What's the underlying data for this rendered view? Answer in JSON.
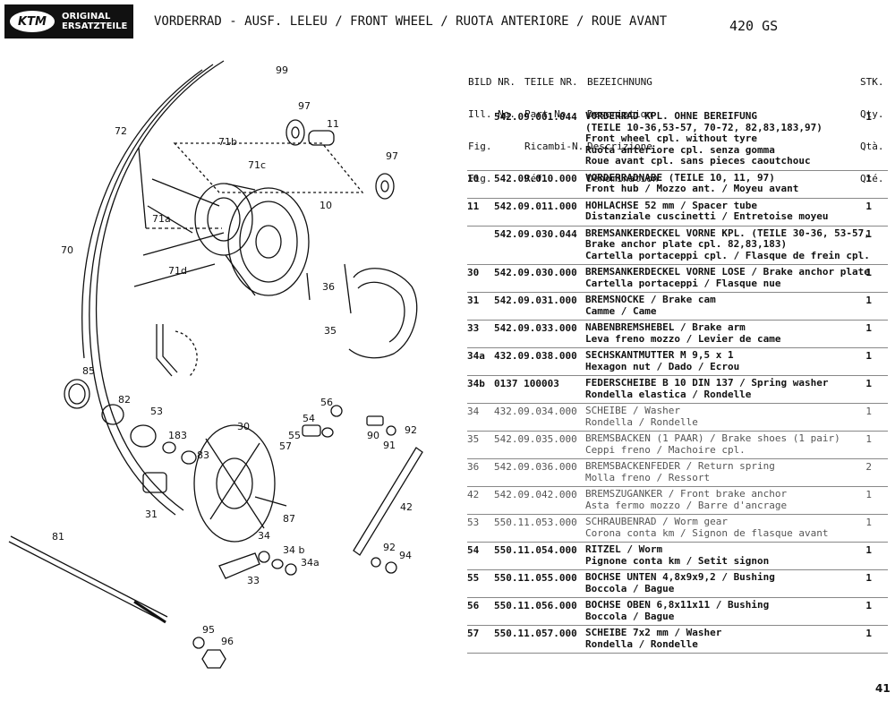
{
  "logo": {
    "mark": "KTM",
    "line1": "ORIGINAL",
    "line2": "ERSATZTEILE"
  },
  "title": "VORDERRAD - AUSF. LELEU / FRONT WHEEL / RUOTA ANTERIORE / ROUE AVANT",
  "model": "420 GS",
  "header": {
    "fig": [
      "BILD NR.",
      "Ill. No.",
      "Fig.",
      "Fig."
    ],
    "part": [
      "TEILE NR.",
      "Part No.",
      "Ricambi-N.",
      "Réf."
    ],
    "desc": [
      "BEZEICHNUNG",
      "Description",
      "Descrizione",
      "Dénomination"
    ],
    "qty": [
      "STK.",
      "Qty.",
      "Qtà.",
      "Qté."
    ]
  },
  "diagram_labels": [
    "99",
    "97",
    "11",
    "72",
    "71b",
    "71c",
    "97",
    "10",
    "71a",
    "70",
    "71d",
    "36",
    "35",
    "85",
    "82",
    "53",
    "56",
    "54",
    "183",
    "83",
    "30",
    "55",
    "57",
    "90",
    "91",
    "92",
    "31",
    "87",
    "42",
    "81",
    "34",
    "34 b",
    "34a",
    "33",
    "92",
    "94",
    "95",
    "96"
  ],
  "rows": [
    {
      "fig": "",
      "part": "542.09.001.044",
      "desc": [
        "VORDERRAD KPL. OHNE BEREIFUNG",
        "(TEILE 10-36,53-57, 70-72, 82,83,183,97)",
        "Front wheel cpl. without tyre",
        "Ruota anteriore cpl. senza gomma",
        "Roue avant cpl. sans pieces caoutchouc"
      ],
      "qty": "1",
      "style": "bold"
    },
    {
      "fig": "10",
      "part": "542.09.010.000",
      "desc": [
        "VORDERRADNABE (TEILE 10, 11, 97)",
        "Front hub / Mozzo ant. / Moyeu avant"
      ],
      "qty": "1",
      "style": "bold"
    },
    {
      "fig": "11",
      "part": "542.09.011.000",
      "desc": [
        "HOHLACHSE 52 mm / Spacer tube",
        "Distanziale cuscinetti / Entretoise moyeu"
      ],
      "qty": "1",
      "style": "bold"
    },
    {
      "fig": "",
      "part": "542.09.030.044",
      "desc": [
        "BREMSANKERDECKEL VORNE KPL. (TEILE 30-36, 53-57,",
        "Brake anchor plate cpl.                 82,83,183)",
        "Cartella portaceppi cpl. / Flasque de frein cpl."
      ],
      "qty": "1",
      "style": "bold"
    },
    {
      "fig": "30",
      "part": "542.09.030.000",
      "desc": [
        "BREMSANKERDECKEL VORNE LOSE / Brake anchor plate",
        "Cartella portaceppi / Flasque nue"
      ],
      "qty": "1",
      "style": "bold"
    },
    {
      "fig": "31",
      "part": "542.09.031.000",
      "desc": [
        "BREMSNOCKE / Brake cam",
        "Camme / Came"
      ],
      "qty": "1",
      "style": "bold"
    },
    {
      "fig": "33",
      "part": "542.09.033.000",
      "desc": [
        "NABENBREMSHEBEL / Brake arm",
        "Leva freno mozzo / Levier de came"
      ],
      "qty": "1",
      "style": "bold"
    },
    {
      "fig": "34a",
      "part": "432.09.038.000",
      "desc": [
        "SECHSKANTMUTTER M 9,5 x 1",
        "Hexagon nut / Dado / Ecrou"
      ],
      "qty": "1",
      "style": "bold"
    },
    {
      "fig": "34b",
      "part": "0137 100003",
      "desc": [
        "FEDERSCHEIBE B 10 DIN 137 / Spring washer",
        "Rondella elastica / Rondelle"
      ],
      "qty": "1",
      "style": "bold"
    },
    {
      "fig": "34",
      "part": "432.09.034.000",
      "desc": [
        "SCHEIBE / Washer",
        "Rondella / Rondelle"
      ],
      "qty": "1",
      "style": "light"
    },
    {
      "fig": "35",
      "part": "542.09.035.000",
      "desc": [
        "BREMSBACKEN (1 PAAR) / Brake shoes (1 pair)",
        "Ceppi freno / Machoire cpl."
      ],
      "qty": "1",
      "style": "light"
    },
    {
      "fig": "36",
      "part": "542.09.036.000",
      "desc": [
        "BREMSBACKENFEDER / Return spring",
        "Molla freno / Ressort"
      ],
      "qty": "2",
      "style": "light"
    },
    {
      "fig": "42",
      "part": "542.09.042.000",
      "desc": [
        "BREMSZUGANKER / Front brake anchor",
        "Asta fermo mozzo / Barre d'ancrage"
      ],
      "qty": "1",
      "style": "light"
    },
    {
      "fig": "53",
      "part": "550.11.053.000",
      "desc": [
        "SCHRAUBENRAD / Worm gear",
        "Corona conta km / Signon de flasque avant"
      ],
      "qty": "1",
      "style": "light"
    },
    {
      "fig": "54",
      "part": "550.11.054.000",
      "desc": [
        "RITZEL / Worm",
        "Pignone conta km / Setit signon"
      ],
      "qty": "1",
      "style": "bold"
    },
    {
      "fig": "55",
      "part": "550.11.055.000",
      "desc": [
        "BOCHSE UNTEN 4,8x9x9,2 / Bushing",
        "Boccola / Bague"
      ],
      "qty": "1",
      "style": "bold"
    },
    {
      "fig": "56",
      "part": "550.11.056.000",
      "desc": [
        "BOCHSE OBEN 6,8x11x11 / Bushing",
        "Boccola / Bague"
      ],
      "qty": "1",
      "style": "bold"
    },
    {
      "fig": "57",
      "part": "550.11.057.000",
      "desc": [
        "SCHEIBE 7x2 mm / Washer",
        "Rondella / Rondelle"
      ],
      "qty": "1",
      "style": "bold"
    }
  ],
  "page_number": "41"
}
